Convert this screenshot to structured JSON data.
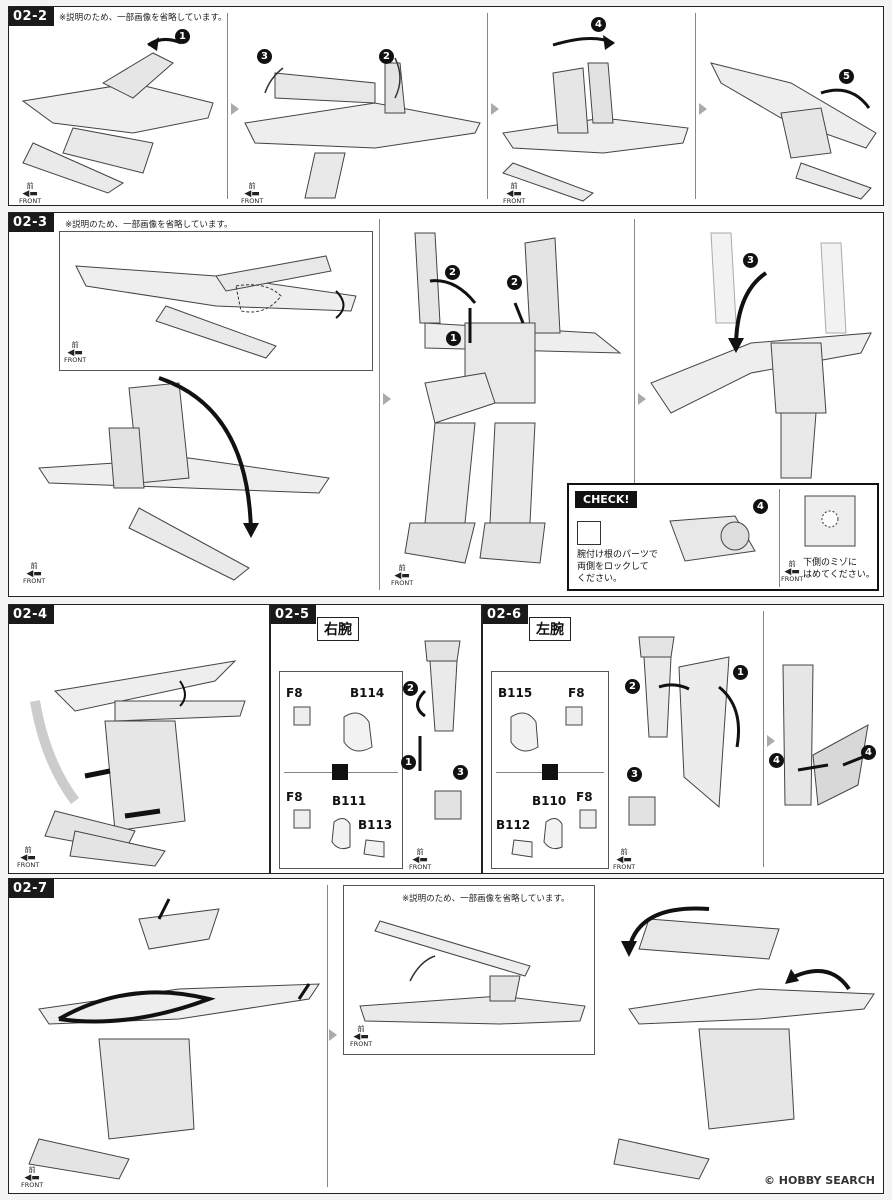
{
  "steps": {
    "s02_2": {
      "tag": "02-2",
      "note": "※説明のため、一部画像を省略しています。",
      "nums": [
        "1",
        "2",
        "3",
        "4",
        "5"
      ]
    },
    "s02_3": {
      "tag": "02-3",
      "note": "※説明のため、一部画像を省略しています。",
      "nums": [
        "1",
        "2",
        "2",
        "3"
      ]
    },
    "s02_4": {
      "tag": "02-4"
    },
    "s02_5": {
      "tag": "02-5",
      "title": "右腕",
      "nums": [
        "1",
        "2",
        "3"
      ]
    },
    "s02_6": {
      "tag": "02-6",
      "title": "左腕",
      "nums": [
        "1",
        "2",
        "3",
        "4",
        "4"
      ]
    },
    "s02_7": {
      "tag": "02-7",
      "note": "※説明のため、一部画像を省略しています。"
    }
  },
  "front": {
    "mae": "前",
    "label": "FRONT"
  },
  "check": {
    "title": "CHECK!",
    "num": "4",
    "text_left": [
      "腕付け根のパーツで",
      "両側をロックして",
      "ください。"
    ],
    "text_right": [
      "下側のミゾに",
      "はめてください。"
    ]
  },
  "parts_right_arm": {
    "top": {
      "f": "F8",
      "b": "B114"
    },
    "bottom": {
      "f": "F8",
      "b1": "B111",
      "b2": "B113"
    }
  },
  "parts_left_arm": {
    "top": {
      "b": "B115",
      "f": "F8"
    },
    "bottom": {
      "f": "F8",
      "b1": "B110",
      "b2": "B112"
    }
  },
  "watermark": "© HOBBY SEARCH",
  "colors": {
    "ink": "#111111",
    "tag_bg": "#1a1a1a",
    "arrow_grey": "#aaaaaa"
  }
}
